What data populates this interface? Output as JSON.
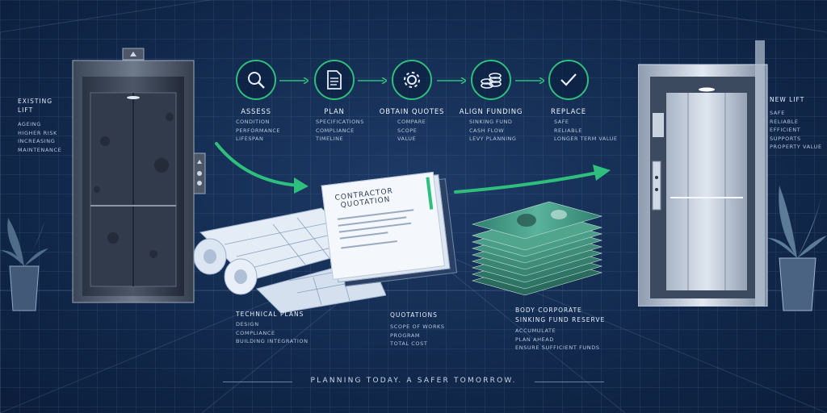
{
  "left_panel": {
    "title_lines": [
      "EXISTING",
      "LIFT"
    ],
    "items": [
      "AGEING",
      "HIGHER RISK",
      "INCREASING",
      "MAINTENANCE"
    ]
  },
  "right_panel": {
    "title": "NEW LIFT",
    "items": [
      "SAFE",
      "RELIABLE",
      "EFFICIENT",
      "SUPPORTS",
      "PROPERTY VALUE"
    ]
  },
  "steps": [
    {
      "title": "ASSESS",
      "icon": "magnifier-icon",
      "items": [
        "CONDITION",
        "PERFORMANCE",
        "LIFESPAN"
      ]
    },
    {
      "title": "PLAN",
      "icon": "document-icon",
      "items": [
        "SPECIFICATIONS",
        "COMPLIANCE",
        "TIMELINE"
      ]
    },
    {
      "title": "OBTAIN QUOTES",
      "icon": "gear-icon",
      "items": [
        "COMPARE",
        "SCOPE",
        "VALUE"
      ]
    },
    {
      "title": "ALIGN FUNDING",
      "icon": "coins-icon",
      "items": [
        "SINKING FUND",
        "CASH FLOW",
        "LEVY PLANNING"
      ]
    },
    {
      "title": "REPLACE",
      "icon": "checkmark-icon",
      "items": [
        "SAFE",
        "RELIABLE",
        "LONGER TERM VALUE"
      ]
    }
  ],
  "quotation_doc": {
    "line1": "CONTRACTOR",
    "line2": "QUOTATION"
  },
  "technical_plans": {
    "title": "TECHNICAL PLANS",
    "items": [
      "DESIGN",
      "COMPLIANCE",
      "BUILDING INTEGRATION"
    ]
  },
  "quotations": {
    "title": "QUOTATIONS",
    "items": [
      "SCOPE OF WORKS",
      "PROGRAM",
      "TOTAL COST"
    ]
  },
  "sinking_fund": {
    "title_lines": [
      "BODY CORPORATE",
      "SINKING FUND RESERVE"
    ],
    "items": [
      "ACCUMULATE",
      "PLAN AHEAD",
      "ENSURE SUFFICIENT FUNDS"
    ]
  },
  "tagline": "PLANNING TODAY. A SAFER TOMORROW.",
  "colors": {
    "accent_green": "#2fbf7d",
    "background": "#122a4e",
    "banknote_green": "#3f9c86"
  }
}
